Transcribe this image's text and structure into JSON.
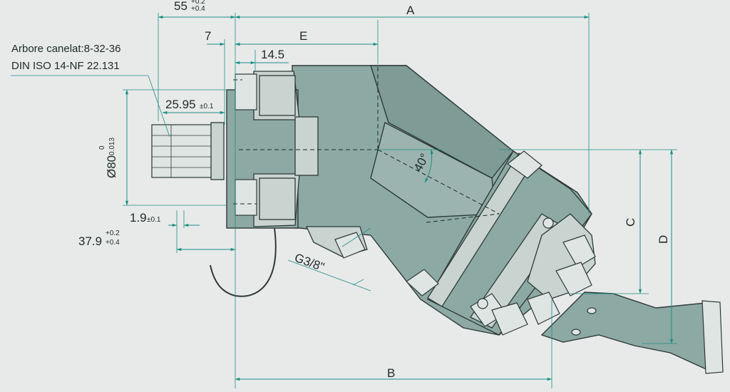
{
  "drawing": {
    "note": {
      "line1": "Arbore canelat:8-32-36",
      "line2": "DIN ISO 14-NF 22.131"
    },
    "dimensions": {
      "d55": {
        "value": "55",
        "tol_upper": "+0.2",
        "tol_lower": "+0.4"
      },
      "d7": {
        "value": "7"
      },
      "dE": {
        "value": "E"
      },
      "dA": {
        "value": "A"
      },
      "d14_5": {
        "value": "14.5"
      },
      "d25_95": {
        "value": "25.95",
        "tol": "±0.1"
      },
      "d80": {
        "value": "Ø80",
        "tol_upper": "0",
        "tol_lower": "0.013"
      },
      "d1_9": {
        "value": "1.9",
        "tol": "±0.1"
      },
      "d37_9": {
        "value": "37.9",
        "tol_upper": "+0.2",
        "tol_lower": "+0.4"
      },
      "angle": {
        "value": "40°"
      },
      "thread": {
        "value": "G3/8\""
      },
      "dC": {
        "value": "C"
      },
      "dD": {
        "value": "D"
      },
      "dB": {
        "value": "B"
      }
    }
  }
}
